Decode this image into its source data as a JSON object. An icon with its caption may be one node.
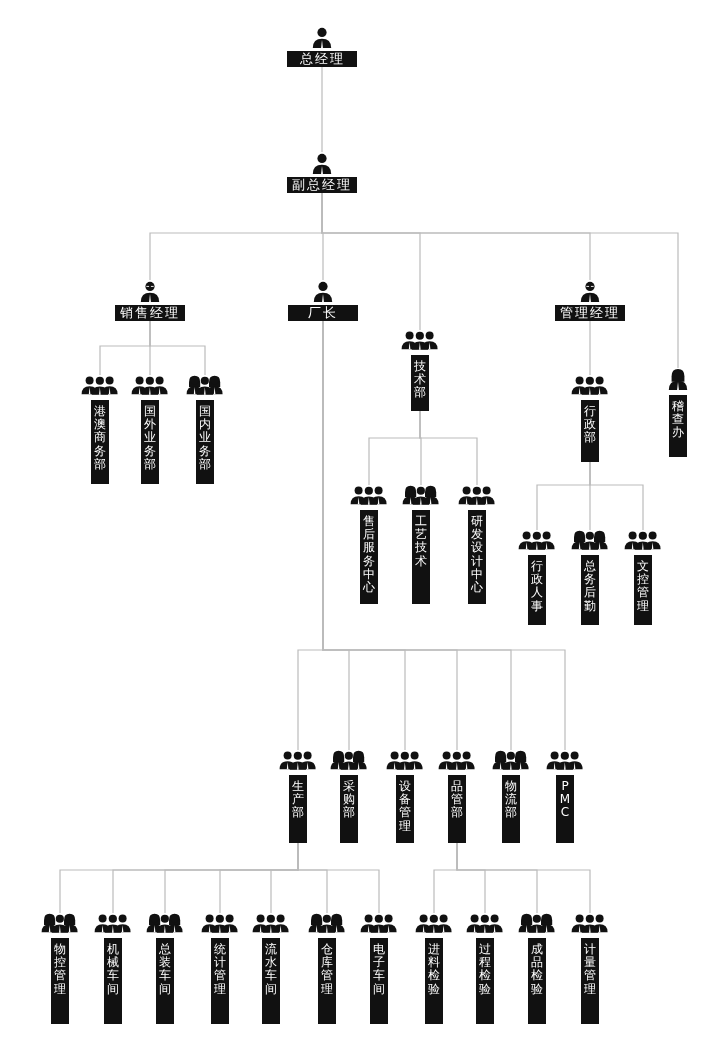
{
  "diagram": {
    "nodes": [
      {
        "text": [
          "总经理"
        ]
      },
      {
        "text": [
          "副总经理"
        ]
      },
      {
        "text": [
          "销售经理"
        ]
      },
      {
        "text": [
          "厂长"
        ]
      },
      {
        "text": [
          "技术部"
        ]
      },
      {
        "text": [
          "管理经理"
        ]
      },
      {
        "text": [
          "稽查办"
        ]
      },
      {
        "text": [
          "港澳商务部"
        ]
      },
      {
        "text": [
          "国外业务部"
        ]
      },
      {
        "text": [
          "国内业务部"
        ]
      },
      {
        "text": [
          "售后服务中心"
        ]
      },
      {
        "text": [
          "工艺技术"
        ]
      },
      {
        "text": [
          "研发设计中心"
        ]
      },
      {
        "text": [
          "行政部"
        ]
      },
      {
        "text": [
          "行政人事"
        ]
      },
      {
        "text": [
          "总务后勤"
        ]
      },
      {
        "text": [
          "文控管理"
        ]
      },
      {
        "text": [
          "生产部"
        ]
      },
      {
        "text": [
          "采购部"
        ]
      },
      {
        "text": [
          "设备管理"
        ]
      },
      {
        "text": [
          "品管部"
        ]
      },
      {
        "text": [
          "物流部"
        ]
      },
      {
        "text": [
          "PMC"
        ]
      },
      {
        "text": [
          "物控管理"
        ]
      },
      {
        "text": [
          "机械车间"
        ]
      },
      {
        "text": [
          "总装车间"
        ]
      },
      {
        "text": [
          "统计管理"
        ]
      },
      {
        "text": [
          "流水车间"
        ]
      },
      {
        "text": [
          "仓库管理"
        ]
      },
      {
        "text": [
          "电子车间"
        ]
      },
      {
        "text": [
          "进料检验"
        ]
      },
      {
        "text": [
          "过程检验"
        ]
      },
      {
        "text": [
          "成品检验"
        ]
      },
      {
        "text": [
          "计量管理"
        ]
      }
    ],
    "edges": [
      {
        "from": 0,
        "to": 1,
        "arrow": "none"
      },
      {
        "from": 1,
        "to": 2,
        "arrow": "none"
      },
      {
        "from": 1,
        "to": 3,
        "arrow": "none"
      },
      {
        "from": 1,
        "to": 4,
        "arrow": "none"
      },
      {
        "from": 1,
        "to": 5,
        "arrow": "none"
      },
      {
        "from": 1,
        "to": 6,
        "arrow": "none"
      },
      {
        "from": 2,
        "to": 7,
        "arrow": "none"
      },
      {
        "from": 2,
        "to": 8,
        "arrow": "none"
      },
      {
        "from": 2,
        "to": 9,
        "arrow": "none"
      },
      {
        "from": 4,
        "to": 10,
        "arrow": "none"
      },
      {
        "from": 4,
        "to": 11,
        "arrow": "none"
      },
      {
        "from": 4,
        "to": 12,
        "arrow": "none"
      },
      {
        "from": 5,
        "to": 13,
        "arrow": "none"
      },
      {
        "from": 13,
        "to": 14,
        "arrow": "none"
      },
      {
        "from": 13,
        "to": 15,
        "arrow": "none"
      },
      {
        "from": 13,
        "to": 16,
        "arrow": "none"
      },
      {
        "from": 3,
        "to": 17,
        "arrow": "none"
      },
      {
        "from": 3,
        "to": 18,
        "arrow": "none"
      },
      {
        "from": 3,
        "to": 19,
        "arrow": "none"
      },
      {
        "from": 3,
        "to": 20,
        "arrow": "none"
      },
      {
        "from": 3,
        "to": 21,
        "arrow": "none"
      },
      {
        "from": 3,
        "to": 22,
        "arrow": "none"
      },
      {
        "from": 17,
        "to": 23,
        "arrow": "none"
      },
      {
        "from": 17,
        "to": 24,
        "arrow": "none"
      },
      {
        "from": 17,
        "to": 25,
        "arrow": "none"
      },
      {
        "from": 17,
        "to": 26,
        "arrow": "none"
      },
      {
        "from": 17,
        "to": 27,
        "arrow": "none"
      },
      {
        "from": 17,
        "to": 28,
        "arrow": "none"
      },
      {
        "from": 17,
        "to": 29,
        "arrow": "none"
      },
      {
        "from": 20,
        "to": 30,
        "arrow": "none"
      },
      {
        "from": 20,
        "to": 31,
        "arrow": "none"
      },
      {
        "from": 20,
        "to": 32,
        "arrow": "none"
      },
      {
        "from": 20,
        "to": 33,
        "arrow": "none"
      }
    ]
  }
}
